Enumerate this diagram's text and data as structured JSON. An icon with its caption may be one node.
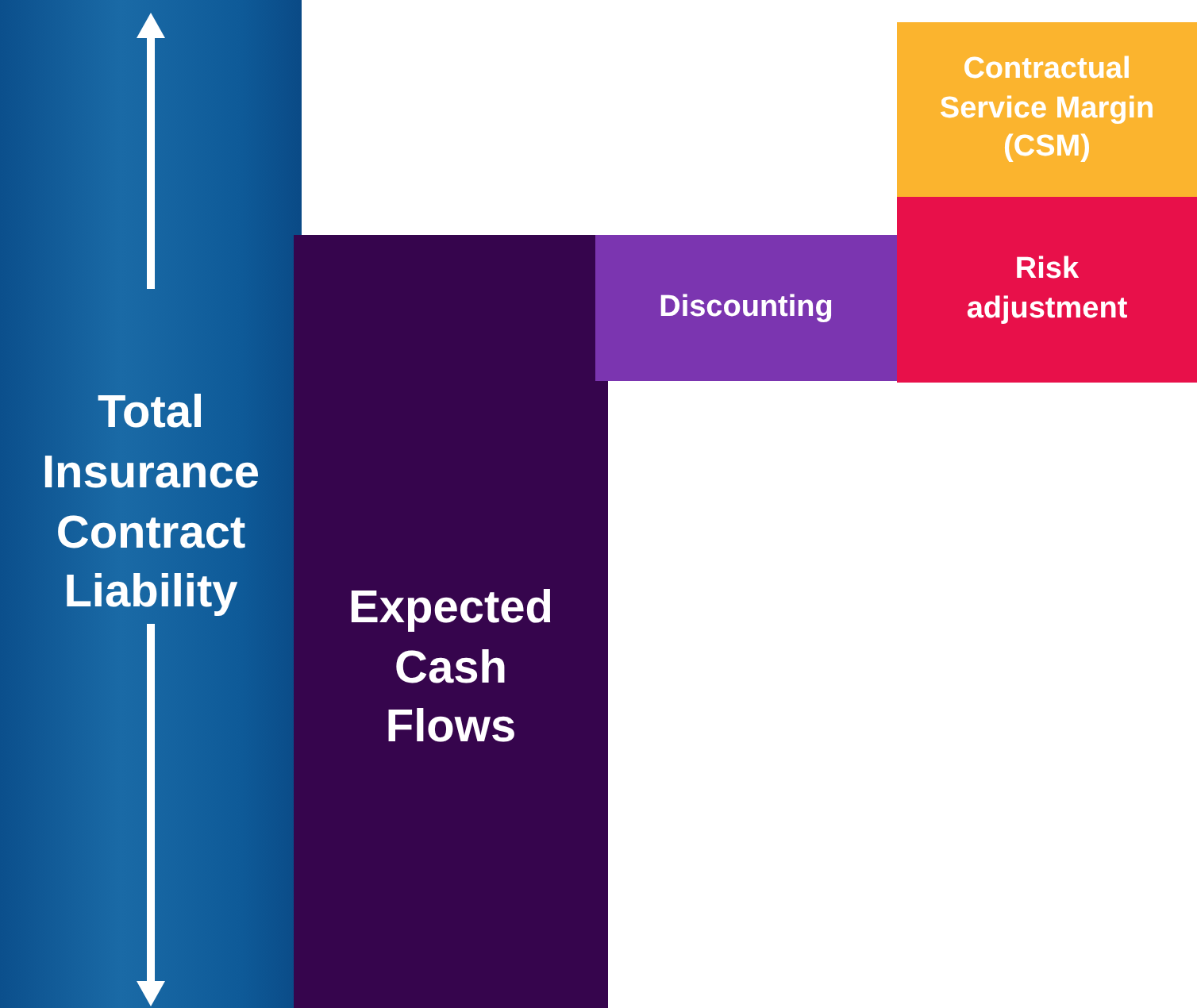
{
  "diagram": {
    "nodes": [
      {
        "text": [
          "Total Insurance Contract Liability"
        ]
      },
      {
        "text": [
          "Expected Cash Flows"
        ]
      },
      {
        "text": [
          "Discounting"
        ]
      },
      {
        "text": [
          "Risk adjustment"
        ]
      },
      {
        "text": [
          "Contractual Service Margin (CSM)"
        ]
      }
    ]
  }
}
